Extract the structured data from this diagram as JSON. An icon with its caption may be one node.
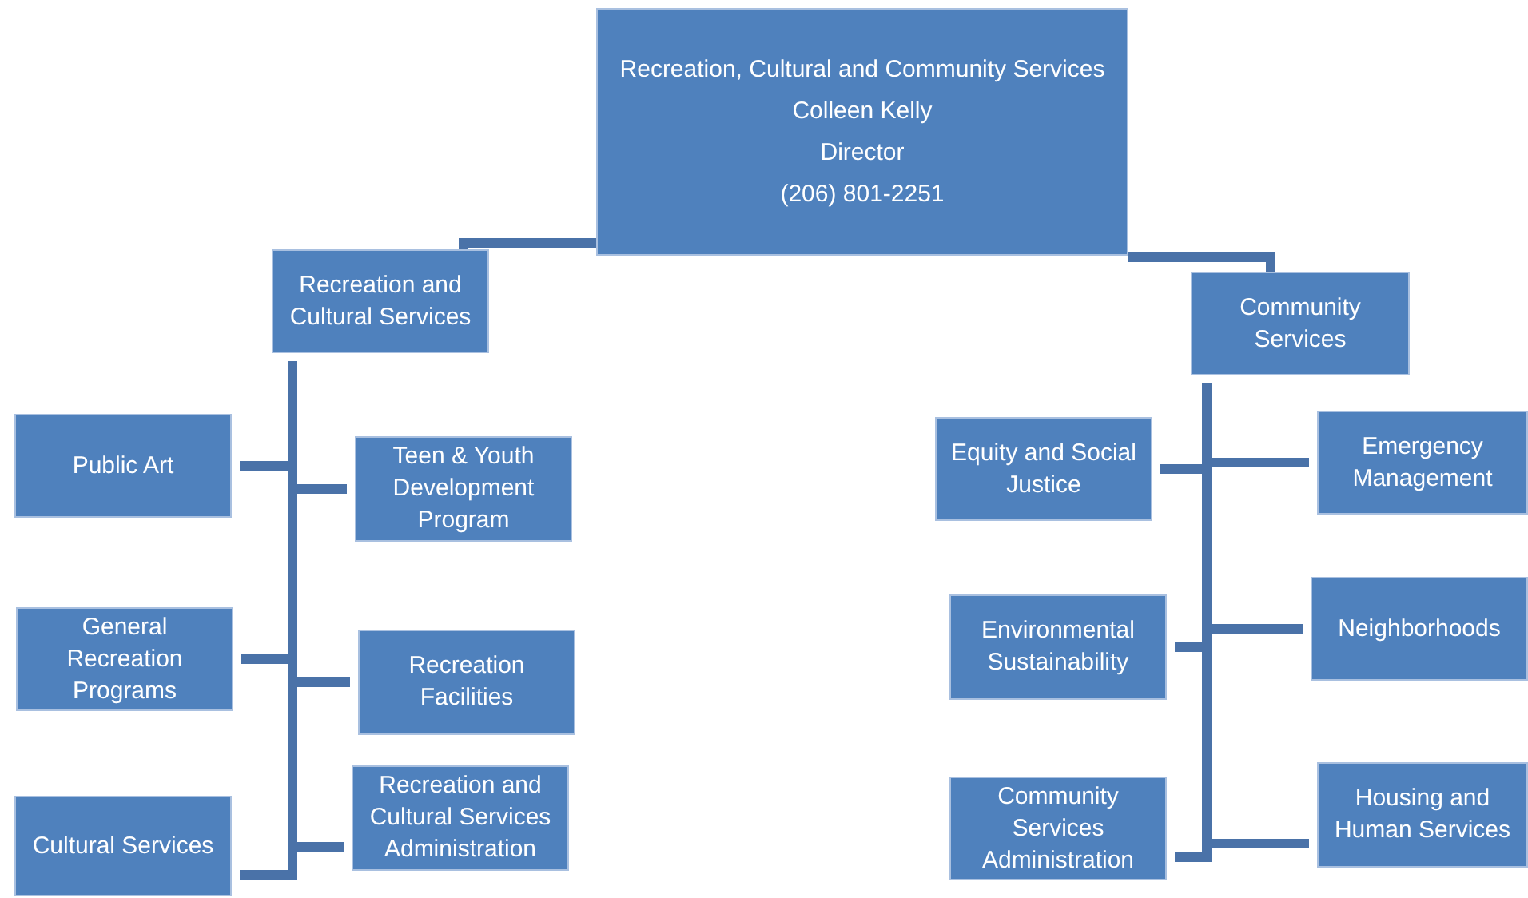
{
  "diagram": {
    "nodes": [
      {
        "text": [
          "Recreation, Cultural and Community Services",
          "Colleen Kelly",
          "Director",
          "(206) 801-2251"
        ]
      },
      {
        "text": [
          "Recreation and Cultural Services"
        ]
      },
      {
        "text": [
          "Community Services"
        ]
      },
      {
        "text": [
          "Public Art"
        ]
      },
      {
        "text": [
          "Teen & Youth Development Program"
        ]
      },
      {
        "text": [
          "General Recreation Programs"
        ]
      },
      {
        "text": [
          "Recreation Facilities"
        ]
      },
      {
        "text": [
          "Cultural Services"
        ]
      },
      {
        "text": [
          "Recreation and Cultural Services Administration"
        ]
      },
      {
        "text": [
          "Equity and Social Justice"
        ]
      },
      {
        "text": [
          "Emergency Management"
        ]
      },
      {
        "text": [
          "Environmental Sustainability"
        ]
      },
      {
        "text": [
          "Neighborhoods"
        ]
      },
      {
        "text": [
          "Community Services Administration"
        ]
      },
      {
        "text": [
          "Housing and Human Services"
        ]
      }
    ],
    "edges": [
      {
        "from": 0,
        "to": 1,
        "arrow": "none"
      },
      {
        "from": 0,
        "to": 2,
        "arrow": "none"
      },
      {
        "from": 1,
        "to": 3,
        "arrow": "none"
      },
      {
        "from": 1,
        "to": 4,
        "arrow": "none"
      },
      {
        "from": 1,
        "to": 5,
        "arrow": "none"
      },
      {
        "from": 1,
        "to": 6,
        "arrow": "none"
      },
      {
        "from": 1,
        "to": 7,
        "arrow": "none"
      },
      {
        "from": 1,
        "to": 8,
        "arrow": "none"
      },
      {
        "from": 2,
        "to": 9,
        "arrow": "none"
      },
      {
        "from": 2,
        "to": 10,
        "arrow": "none"
      },
      {
        "from": 2,
        "to": 11,
        "arrow": "none"
      },
      {
        "from": 2,
        "to": 12,
        "arrow": "none"
      },
      {
        "from": 2,
        "to": 13,
        "arrow": "none"
      },
      {
        "from": 2,
        "to": 14,
        "arrow": "none"
      }
    ]
  }
}
